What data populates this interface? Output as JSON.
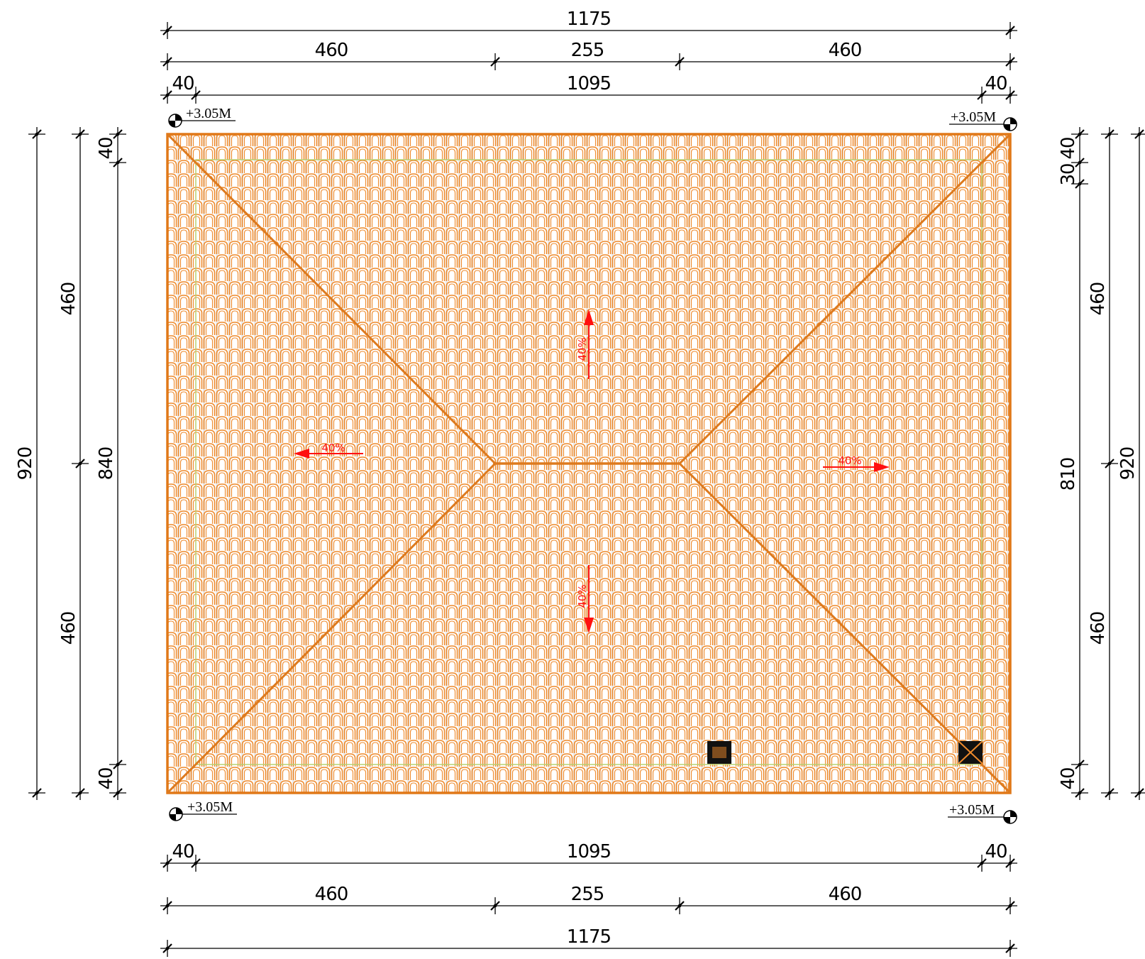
{
  "roof_plan": {
    "colors": {
      "tile": "#ee8a2c",
      "tile_shadow": "#e3e3e3",
      "ridge": "#dd7a1e",
      "slope_arrow": "#ff1010",
      "inner_line": "#b8d070",
      "dimension": "#000000"
    },
    "elevations": {
      "top_left": "+3.05M",
      "top_right": "+3.05M",
      "bottom_left": "+3.05M",
      "bottom_right": "+3.05M"
    },
    "slopes": {
      "north": "40%",
      "south": "40%",
      "west": "40%",
      "east": "40%"
    },
    "dimensions": {
      "top": {
        "overall": "1175",
        "segments": [
          "460",
          "255",
          "460"
        ],
        "detail": [
          "40",
          "1095",
          "40"
        ]
      },
      "bottom": {
        "overall": "1175",
        "segments": [
          "460",
          "255",
          "460"
        ],
        "detail": [
          "40",
          "1095",
          "40"
        ]
      },
      "left": {
        "overall": "920",
        "segments": [
          "460",
          "460"
        ],
        "detail": [
          "40",
          "840",
          "40"
        ]
      },
      "right": {
        "overall": "920",
        "segments": [
          "460",
          "460"
        ],
        "detail": [
          "40",
          "30",
          "810",
          "40"
        ]
      }
    },
    "chimney_icons": [
      "chimney-icon",
      "chimney-icon"
    ]
  }
}
